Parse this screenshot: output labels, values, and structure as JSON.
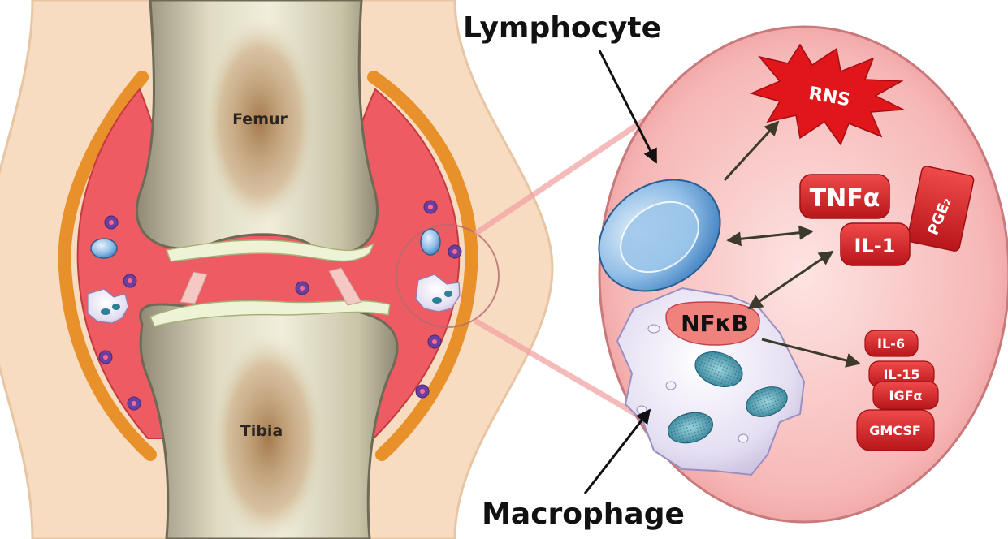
{
  "joint": {
    "femur_label": "Femur",
    "tibia_label": "Tibia"
  },
  "cells": {
    "lymphocyte_label": "Lymphocyte",
    "macrophage_label": "Macrophage",
    "nfkb_label": "NFκB"
  },
  "mediators": {
    "rns": "RNS",
    "tnf": "TNFα",
    "pge": "PGE₂",
    "il1": "IL-1",
    "il6": "IL-6",
    "il15": "IL-15",
    "igf": "IGFα",
    "gmcsf": "GMCSF"
  },
  "colors": {
    "bone": "#d9d4b8",
    "synovium": "#ee5b63",
    "capsule": "#e8902a",
    "soft_tissue": "#f7dcc2",
    "cytokine_red": "#d9252a",
    "lymphocyte_blue": "#7eb0dc",
    "macrophage": "#e6e2f2"
  }
}
